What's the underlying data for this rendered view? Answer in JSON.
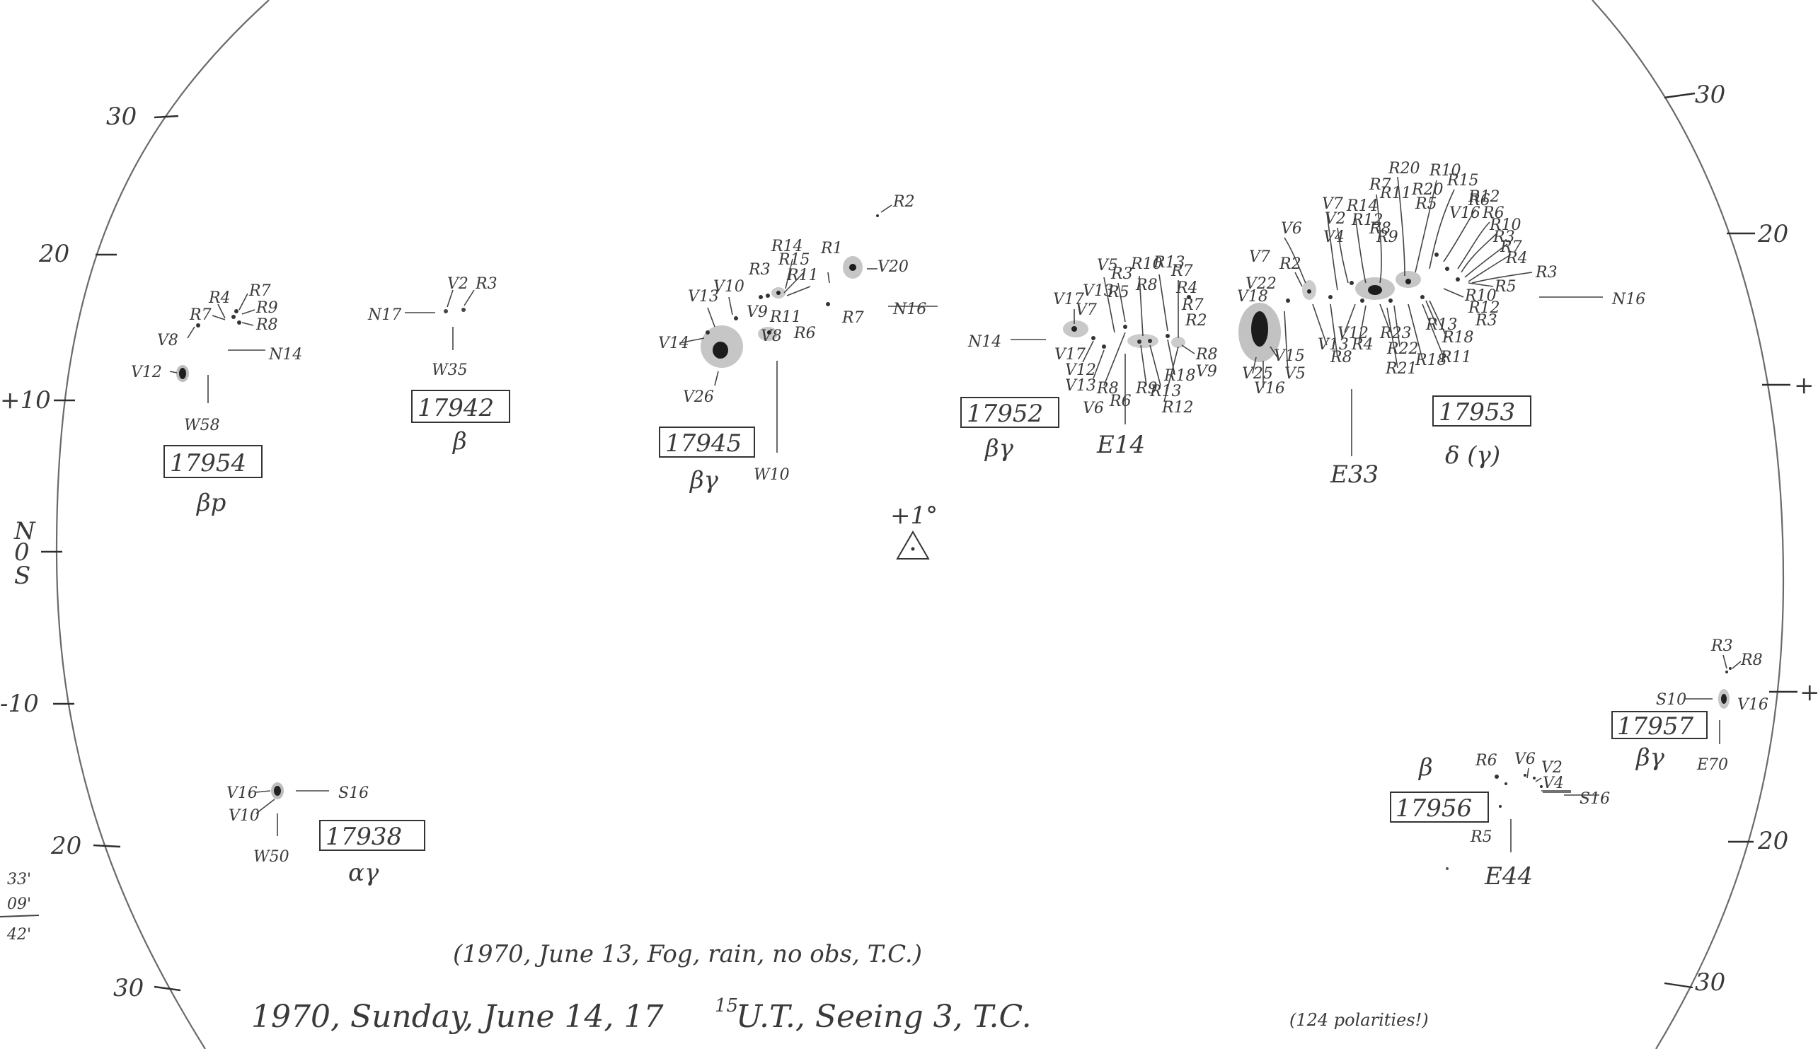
{
  "scale_left": [
    "30",
    "20",
    "+10",
    "N",
    "0",
    "S",
    "-10",
    "20",
    "30"
  ],
  "scale_right": [
    "30",
    "20",
    "+",
    "+",
    "20",
    "30"
  ],
  "margin_note": [
    "33'",
    "09'",
    "42'"
  ],
  "regions": [
    {
      "number": "17954",
      "class": "βp",
      "position": "W58",
      "latitude": "N14",
      "labels": [
        "R4",
        "R7",
        "R7",
        "R9",
        "R8",
        "V8",
        "V12"
      ]
    },
    {
      "number": "17942",
      "class": "β",
      "position": "W35",
      "latitude": "N17",
      "labels": [
        "V2",
        "R3"
      ]
    },
    {
      "number": "17945",
      "class": "βγ",
      "position": "W10",
      "latitude": "N16",
      "labels": [
        "R2",
        "R1",
        "V20",
        "R14",
        "R15",
        "R11",
        "R3",
        "R11",
        "R7",
        "R6",
        "V13",
        "V10",
        "V9",
        "V8",
        "V14",
        "V26"
      ]
    },
    {
      "number": "17952",
      "class": "βγ",
      "position": "E14",
      "latitude": "N14",
      "labels": [
        "V17",
        "V5",
        "V13",
        "R3",
        "R10",
        "R13",
        "R7",
        "R4",
        "V7",
        "R5",
        "R8",
        "R7",
        "R2",
        "V17",
        "V12",
        "V13",
        "R8",
        "R6",
        "R9",
        "R13",
        "R18",
        "R12",
        "V9",
        "R8",
        "V6"
      ]
    },
    {
      "number": "17953",
      "class": "δ (γ)",
      "position": "E33",
      "latitude": "N16",
      "labels": [
        "V7",
        "V22",
        "V18",
        "R2",
        "V6",
        "V7",
        "V2",
        "R14",
        "R7",
        "R20",
        "R10",
        "R15",
        "R6",
        "V4",
        "R12",
        "R11",
        "R20",
        "R5",
        "V16",
        "R12",
        "R6",
        "R10",
        "R9",
        "R8",
        "R3",
        "R7",
        "R4",
        "R3",
        "R5",
        "R10",
        "R12",
        "R3",
        "R13",
        "R18",
        "R11",
        "R22",
        "R23",
        "R21",
        "R18",
        "R4",
        "V12",
        "R8",
        "V13",
        "V5",
        "V15",
        "V25",
        "V16"
      ]
    },
    {
      "number": "17957",
      "class": "βγ",
      "position": "E70",
      "latitude": "S10",
      "labels": [
        "R3",
        "R8",
        "V16"
      ]
    },
    {
      "number": "17956",
      "class": "β",
      "position": "E44",
      "latitude": "S16",
      "labels": [
        "R6",
        "V6",
        "V2",
        "V4",
        "R5"
      ]
    },
    {
      "number": "17938",
      "class": "αγ",
      "position": "W50",
      "latitude": "S16",
      "labels": [
        "V16",
        "V10"
      ]
    }
  ],
  "center_mark": "+1°",
  "notes": {
    "no_obs": "(1970, June 13, Fog, rain, no obs, T.C.)",
    "caption_main": "1970, Sunday, June 14, 17",
    "caption_sup": "15",
    "caption_rest": " U.T., Seeing 3, T.C.",
    "polarities": "(124 polarities!)"
  }
}
